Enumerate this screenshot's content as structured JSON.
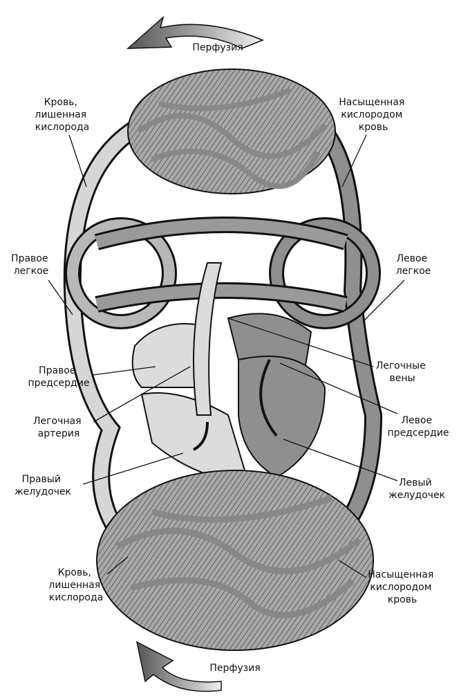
{
  "title": "Circulation diagram",
  "labels": {
    "perfusion_top": "Перфузия",
    "deoxy_top": [
      "Кровь,",
      "лишенная",
      "кислорода"
    ],
    "oxy_top": [
      "Насыщенная",
      "кислородом",
      "кровь"
    ],
    "right_lung": [
      "Правое",
      "легкое"
    ],
    "left_lung": [
      "Левое",
      "легкое"
    ],
    "right_atrium": [
      "Правое",
      "предсердие"
    ],
    "pulmonary_veins": [
      "Легочные",
      "вены"
    ],
    "pulmonary_artery": [
      "Легочная",
      "артерия"
    ],
    "left_atrium": [
      "Левое",
      "предсердие"
    ],
    "right_ventricle": [
      "Правый",
      "желудочек"
    ],
    "left_ventricle": [
      "Левый",
      "желудочек"
    ],
    "deoxy_bottom": [
      "Кровь,",
      "лишенная",
      "кислорода"
    ],
    "oxy_bottom": [
      "Насыщенная",
      "кислородом",
      "кровь"
    ],
    "perfusion_bottom": "Перфузия"
  },
  "colors": {
    "deoxy": "#d6d6d6",
    "oxy": "#8f8f8f",
    "capillary": "#9a9a9a",
    "outline": "#111111"
  }
}
